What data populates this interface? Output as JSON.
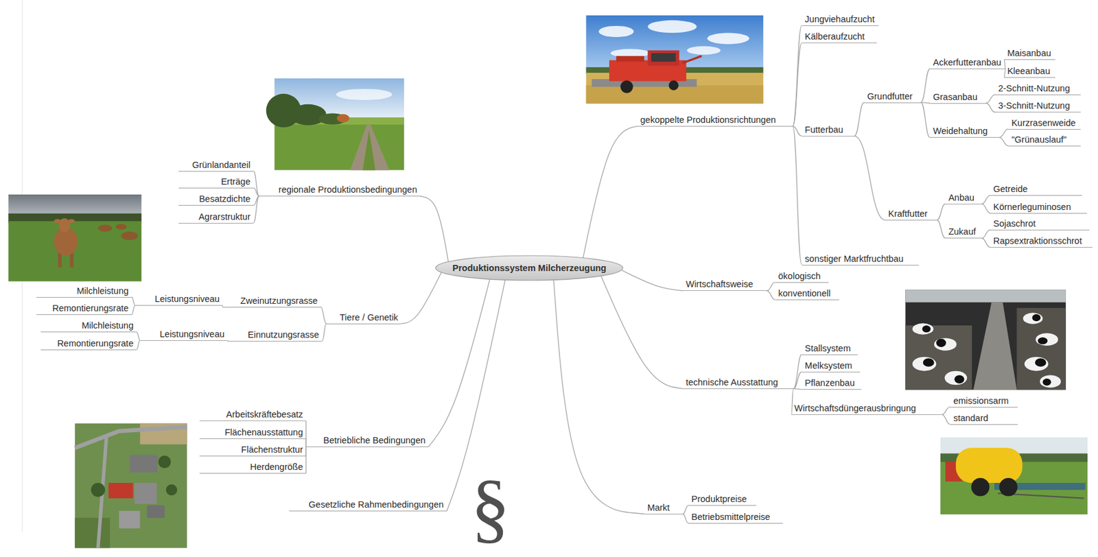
{
  "diagram": {
    "nodes": [
      {
        "text": [
          "Produktionssystem Milcherzeugung"
        ]
      },
      {
        "text": [
          "gekoppelte Produktionsrichtungen"
        ]
      },
      {
        "text": [
          "Jungviehaufzucht"
        ]
      },
      {
        "text": [
          "Kälberaufzucht"
        ]
      },
      {
        "text": [
          "Futterbau"
        ]
      },
      {
        "text": [
          "Grundfutter"
        ]
      },
      {
        "text": [
          "Ackerfutteranbau"
        ]
      },
      {
        "text": [
          "Maisanbau"
        ]
      },
      {
        "text": [
          "Kleeanbau"
        ]
      },
      {
        "text": [
          "Grasanbau"
        ]
      },
      {
        "text": [
          "2-Schnitt-Nutzung"
        ]
      },
      {
        "text": [
          "3-Schnitt-Nutzung"
        ]
      },
      {
        "text": [
          "Weidehaltung"
        ]
      },
      {
        "text": [
          "Kurzrasenweide"
        ]
      },
      {
        "text": [
          "\"Grünauslauf\""
        ]
      },
      {
        "text": [
          "Kraftfutter"
        ]
      },
      {
        "text": [
          "Anbau"
        ]
      },
      {
        "text": [
          "Getreide"
        ]
      },
      {
        "text": [
          "Körnerleguminosen"
        ]
      },
      {
        "text": [
          "Zukauf"
        ]
      },
      {
        "text": [
          "Sojaschrot"
        ]
      },
      {
        "text": [
          "Rapsextraktionsschrot"
        ]
      },
      {
        "text": [
          "sonstiger Marktfruchtbau"
        ]
      },
      {
        "text": [
          "Wirtschaftsweise"
        ]
      },
      {
        "text": [
          "ökologisch"
        ]
      },
      {
        "text": [
          "konventionell"
        ]
      },
      {
        "text": [
          "technische Ausstattung"
        ]
      },
      {
        "text": [
          "Stallsystem"
        ]
      },
      {
        "text": [
          "Melksystem"
        ]
      },
      {
        "text": [
          "Pflanzenbau"
        ]
      },
      {
        "text": [
          "Wirtschaftsdüngerausbringung"
        ]
      },
      {
        "text": [
          "emissionsarm"
        ]
      },
      {
        "text": [
          "standard"
        ]
      },
      {
        "text": [
          "Markt"
        ]
      },
      {
        "text": [
          "Produktpreise"
        ]
      },
      {
        "text": [
          "Betriebsmittelpreise"
        ]
      },
      {
        "text": [
          "Gesetzliche Rahmenbedingungen"
        ]
      },
      {
        "text": [
          "Betriebliche Bedingungen"
        ]
      },
      {
        "text": [
          "Arbeitskräftebesatz"
        ]
      },
      {
        "text": [
          "Flächenausstattung"
        ]
      },
      {
        "text": [
          "Flächenstruktur"
        ]
      },
      {
        "text": [
          "Herdengröße"
        ]
      },
      {
        "text": [
          "Tiere / Genetik"
        ]
      },
      {
        "text": [
          "Zweinutzungsrasse"
        ]
      },
      {
        "text": [
          "Leistungsniveau"
        ]
      },
      {
        "text": [
          "Milchleistung"
        ]
      },
      {
        "text": [
          "Remontierungsrate"
        ]
      },
      {
        "text": [
          "Einnutzungsrasse"
        ]
      },
      {
        "text": [
          "Leistungsniveau"
        ]
      },
      {
        "text": [
          "Milchleistung"
        ]
      },
      {
        "text": [
          "Remontierungsrate"
        ]
      },
      {
        "text": [
          "regionale Produktionsbedingungen"
        ]
      },
      {
        "text": [
          "Grünlandanteil"
        ]
      },
      {
        "text": [
          "Erträge"
        ]
      },
      {
        "text": [
          "Besatzdichte"
        ]
      },
      {
        "text": [
          "Agrarstruktur"
        ]
      }
    ],
    "edges": [
      {
        "from": 0,
        "to": 1,
        "arrow": "none"
      },
      {
        "from": 1,
        "to": 2,
        "arrow": "none"
      },
      {
        "from": 1,
        "to": 3,
        "arrow": "none"
      },
      {
        "from": 1,
        "to": 4,
        "arrow": "none"
      },
      {
        "from": 4,
        "to": 5,
        "arrow": "none"
      },
      {
        "from": 5,
        "to": 6,
        "arrow": "none"
      },
      {
        "from": 6,
        "to": 7,
        "arrow": "none"
      },
      {
        "from": 6,
        "to": 8,
        "arrow": "none"
      },
      {
        "from": 5,
        "to": 9,
        "arrow": "none"
      },
      {
        "from": 9,
        "to": 10,
        "arrow": "none"
      },
      {
        "from": 9,
        "to": 11,
        "arrow": "none"
      },
      {
        "from": 5,
        "to": 12,
        "arrow": "none"
      },
      {
        "from": 12,
        "to": 13,
        "arrow": "none"
      },
      {
        "from": 12,
        "to": 14,
        "arrow": "none"
      },
      {
        "from": 4,
        "to": 15,
        "arrow": "none"
      },
      {
        "from": 15,
        "to": 16,
        "arrow": "none"
      },
      {
        "from": 16,
        "to": 17,
        "arrow": "none"
      },
      {
        "from": 16,
        "to": 18,
        "arrow": "none"
      },
      {
        "from": 15,
        "to": 19,
        "arrow": "none"
      },
      {
        "from": 19,
        "to": 20,
        "arrow": "none"
      },
      {
        "from": 19,
        "to": 21,
        "arrow": "none"
      },
      {
        "from": 1,
        "to": 22,
        "arrow": "none"
      },
      {
        "from": 0,
        "to": 23,
        "arrow": "none"
      },
      {
        "from": 23,
        "to": 24,
        "arrow": "none"
      },
      {
        "from": 23,
        "to": 25,
        "arrow": "none"
      },
      {
        "from": 0,
        "to": 26,
        "arrow": "none"
      },
      {
        "from": 26,
        "to": 27,
        "arrow": "none"
      },
      {
        "from": 26,
        "to": 28,
        "arrow": "none"
      },
      {
        "from": 26,
        "to": 29,
        "arrow": "none"
      },
      {
        "from": 26,
        "to": 30,
        "arrow": "none"
      },
      {
        "from": 30,
        "to": 31,
        "arrow": "none"
      },
      {
        "from": 30,
        "to": 32,
        "arrow": "none"
      },
      {
        "from": 0,
        "to": 33,
        "arrow": "none"
      },
      {
        "from": 33,
        "to": 34,
        "arrow": "none"
      },
      {
        "from": 33,
        "to": 35,
        "arrow": "none"
      },
      {
        "from": 0,
        "to": 36,
        "arrow": "none"
      },
      {
        "from": 0,
        "to": 37,
        "arrow": "none"
      },
      {
        "from": 37,
        "to": 38,
        "arrow": "none"
      },
      {
        "from": 37,
        "to": 39,
        "arrow": "none"
      },
      {
        "from": 37,
        "to": 40,
        "arrow": "none"
      },
      {
        "from": 37,
        "to": 41,
        "arrow": "none"
      },
      {
        "from": 0,
        "to": 42,
        "arrow": "none"
      },
      {
        "from": 42,
        "to": 43,
        "arrow": "none"
      },
      {
        "from": 43,
        "to": 44,
        "arrow": "none"
      },
      {
        "from": 44,
        "to": 45,
        "arrow": "none"
      },
      {
        "from": 44,
        "to": 46,
        "arrow": "none"
      },
      {
        "from": 42,
        "to": 47,
        "arrow": "none"
      },
      {
        "from": 47,
        "to": 48,
        "arrow": "none"
      },
      {
        "from": 48,
        "to": 49,
        "arrow": "none"
      },
      {
        "from": 48,
        "to": 50,
        "arrow": "none"
      },
      {
        "from": 0,
        "to": 51,
        "arrow": "none"
      },
      {
        "from": 51,
        "to": 52,
        "arrow": "none"
      },
      {
        "from": 51,
        "to": 53,
        "arrow": "none"
      },
      {
        "from": 51,
        "to": 54,
        "arrow": "none"
      },
      {
        "from": 51,
        "to": 55,
        "arrow": "none"
      }
    ],
    "labels": [
      "§"
    ]
  }
}
